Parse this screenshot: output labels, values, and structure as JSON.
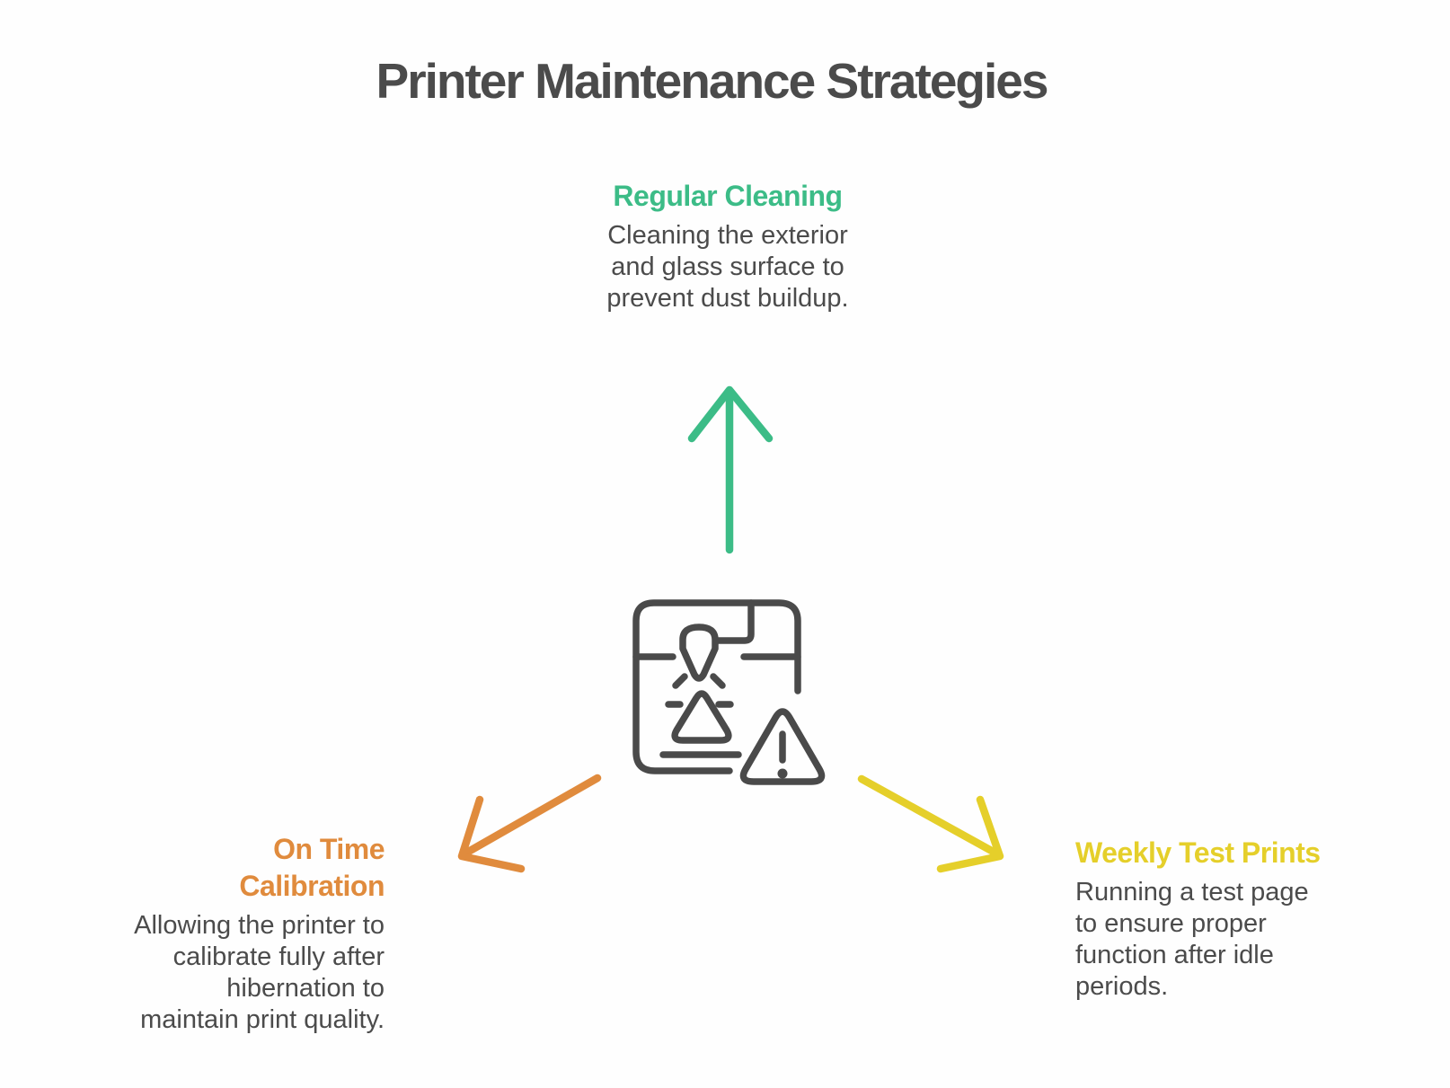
{
  "title": "Printer Maintenance Strategies",
  "colors": {
    "green": "#3CBC87",
    "orange": "#E08B3D",
    "yellow": "#E5CF2A",
    "text": "#4B4B4B",
    "icon": "#4A4A4A"
  },
  "sections": {
    "top": {
      "heading": "Regular Cleaning",
      "lines": [
        "Cleaning the exterior",
        "and glass surface to",
        "prevent dust buildup."
      ]
    },
    "left": {
      "heading_lines": [
        "On Time",
        "Calibration"
      ],
      "lines": [
        "Allowing the printer to",
        "calibrate fully after",
        "hibernation to",
        "maintain print quality."
      ]
    },
    "right": {
      "heading": "Weekly Test Prints",
      "lines": [
        "Running a test page",
        "to ensure proper",
        "function after idle",
        "periods."
      ]
    }
  },
  "icon": {
    "center": "3d-printer-with-warning"
  }
}
